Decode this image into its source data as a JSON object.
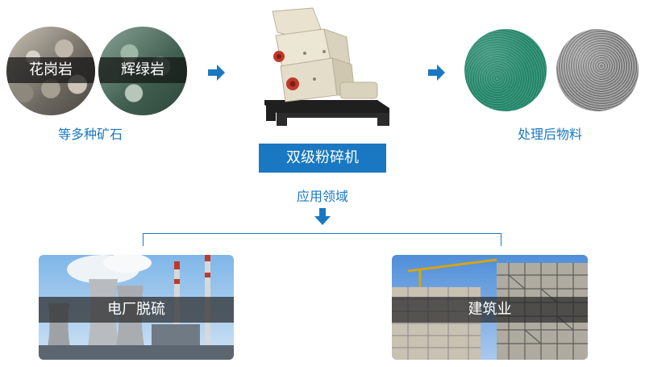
{
  "inputs": {
    "ores": [
      {
        "label": "花岗岩"
      },
      {
        "label": "辉绿岩"
      }
    ],
    "caption": "等多种矿石"
  },
  "machine": {
    "title": "双级粉碎机"
  },
  "outputs": {
    "caption": "处理后物料"
  },
  "applications": {
    "label": "应用领域",
    "items": [
      {
        "label": "电厂脱硫"
      },
      {
        "label": "建筑业"
      }
    ]
  },
  "colors": {
    "accent": "#1a78c2"
  }
}
